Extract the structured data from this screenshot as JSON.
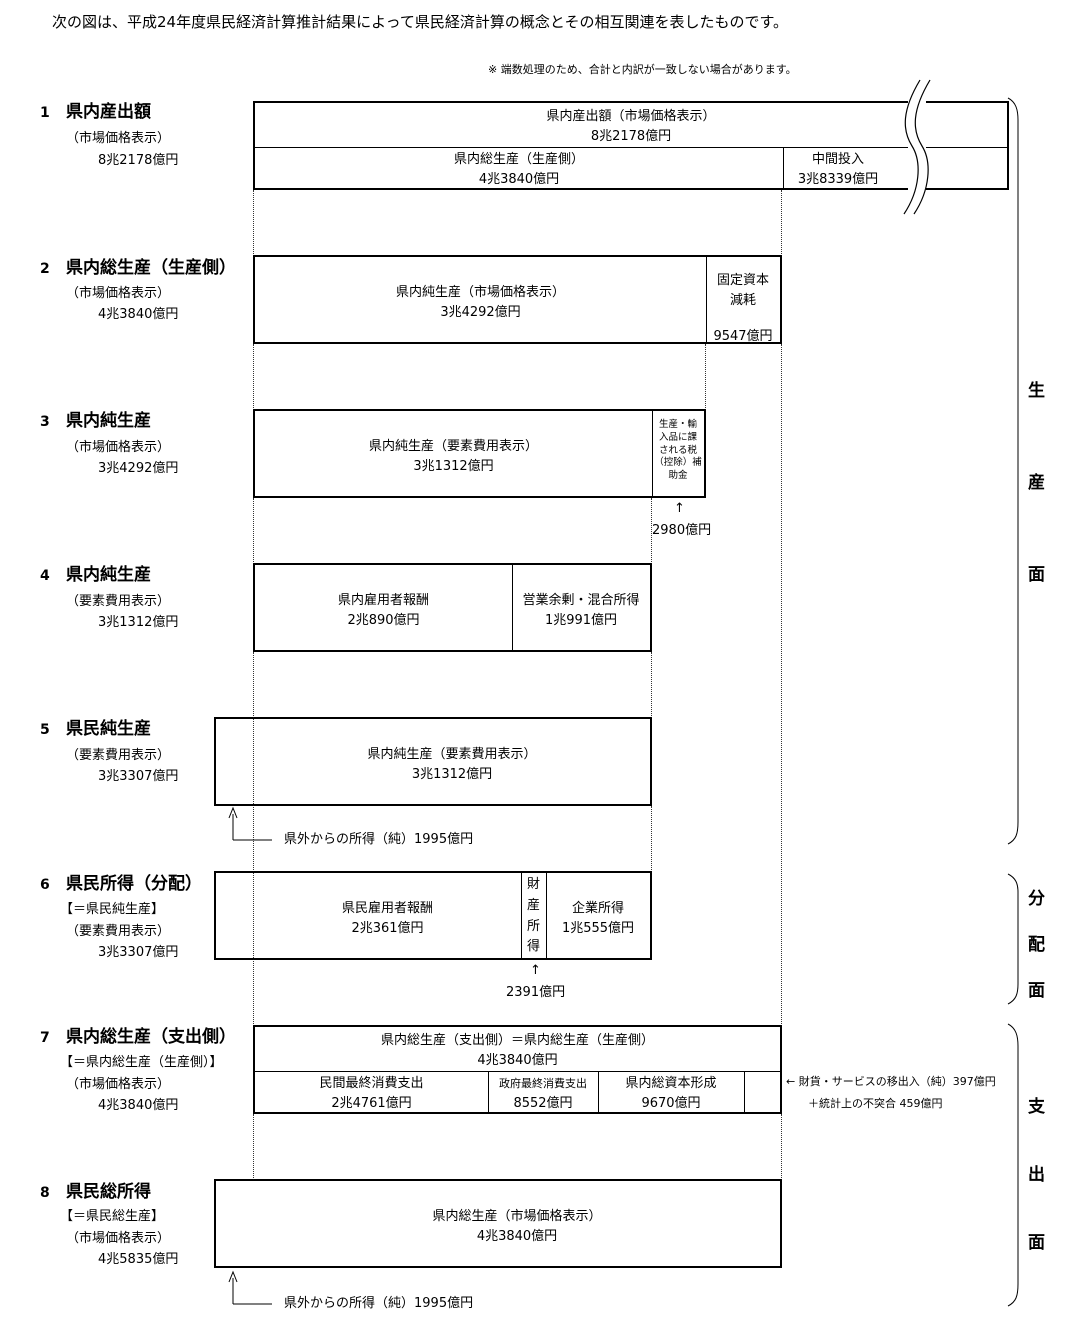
{
  "intro": "次の図は、平成24年度県民経済計算推計結果によって県民経済計算の概念とその相互関連を表したものです。",
  "note": "※ 端数処理のため、合計と内訳が一致しない場合があります。",
  "sections": [
    {
      "num": "1",
      "title": "県内産出額",
      "subs": [
        "（市場価格表示）",
        "8兆2178億円"
      ]
    },
    {
      "num": "2",
      "title": "県内総生産（生産側）",
      "subs": [
        "（市場価格表示）",
        "4兆3840億円"
      ]
    },
    {
      "num": "3",
      "title": "県内純生産",
      "subs": [
        "（市場価格表示）",
        "3兆4292億円"
      ]
    },
    {
      "num": "4",
      "title": "県内純生産",
      "subs": [
        "（要素費用表示）",
        "3兆1312億円"
      ]
    },
    {
      "num": "5",
      "title": "県民純生産",
      "subs": [
        "（要素費用表示）",
        "3兆3307億円"
      ]
    },
    {
      "num": "6",
      "title": "県民所得（分配）",
      "subs": [
        "【＝県民純生産】",
        "（要素費用表示）",
        "3兆3307億円"
      ]
    },
    {
      "num": "7",
      "title": "県内総生産（支出側）",
      "subs": [
        "【＝県内総生産（生産側）】",
        "（市場価格表示）",
        "4兆3840億円"
      ]
    },
    {
      "num": "8",
      "title": "県民総所得",
      "subs": [
        "【＝県民総生産】",
        "（市場価格表示）",
        "4兆5835億円"
      ]
    }
  ],
  "boxes": {
    "b1": {
      "top": {
        "label": "県内産出額（市場価格表示）",
        "value": "8兆2178億円"
      },
      "gdp": {
        "label": "県内総生産（生産側）",
        "value": "4兆3840億円"
      },
      "intermediate": {
        "label": "中間投入",
        "value": "3兆8339億円"
      }
    },
    "b2": {
      "ndp": {
        "label": "県内純生産（市場価格表示）",
        "value": "3兆4292億円"
      },
      "depreciation": {
        "label1": "固定資本",
        "label2": "減耗",
        "value": "9547億円"
      }
    },
    "b3": {
      "ndp_factor": {
        "label": "県内純生産（要素費用表示）",
        "value": "3兆1312億円"
      },
      "taxes": {
        "lines": [
          "生産・輸",
          "入品に課",
          "される税",
          "（控除）補",
          "助金"
        ]
      },
      "taxes_value": "2980億円"
    },
    "b4": {
      "compensation": {
        "label": "県内雇用者報酬",
        "value": "2兆890億円"
      },
      "surplus": {
        "label": "営業余剰・混合所得",
        "value": "1兆991億円"
      }
    },
    "b5": {
      "inner": {
        "label": "県内純生産（要素費用表示）",
        "value": "3兆1312億円"
      },
      "external": "県外からの所得（純）1995億円"
    },
    "b6": {
      "compensation": {
        "label": "県民雇用者報酬",
        "value": "2兆361億円"
      },
      "property": {
        "chars": [
          "財",
          "産",
          "所",
          "得"
        ]
      },
      "property_value": "2391億円",
      "enterprise": {
        "label": "企業所得",
        "value": "1兆555億円"
      }
    },
    "b7": {
      "top": {
        "label": "県内総生産（支出側）＝県内総生産（生産側）",
        "value": "4兆3840億円"
      },
      "private": {
        "label": "民間最終消費支出",
        "value": "2兆4761億円"
      },
      "government": {
        "label": "政府最終消費支出",
        "value": "8552億円"
      },
      "capital": {
        "label": "県内総資本形成",
        "value": "9670億円"
      },
      "net_exports": "← 財貨・サービスの移出入（純）397億円",
      "discrepancy": "＋統計上の不突合 459億円"
    },
    "b8": {
      "inner": {
        "label": "県内総生産（市場価格表示）",
        "value": "4兆3840億円"
      },
      "external": "県外からの所得（純）1995億円"
    }
  },
  "side_labels": {
    "production": [
      "生",
      "産",
      "面"
    ],
    "distribution": [
      "分",
      "配",
      "面"
    ],
    "expenditure": [
      "支",
      "出",
      "面"
    ]
  }
}
